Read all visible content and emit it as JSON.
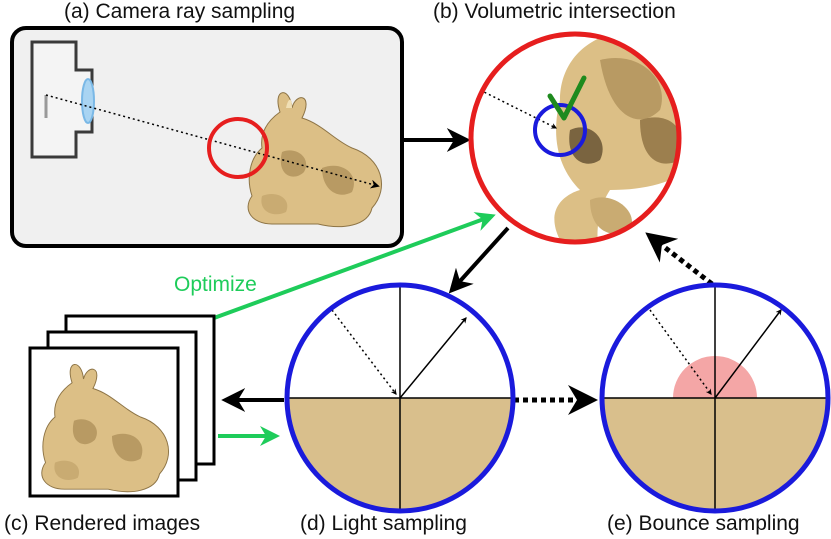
{
  "panels": {
    "a_label": "(a) Camera ray sampling",
    "b_label": "(b) Volumetric intersection",
    "c_label": "(c) Rendered images",
    "d_label": "(d) Light sampling",
    "e_label": "(e) Bounce sampling"
  },
  "annotations": {
    "optimize_label": "Optimize"
  },
  "colors": {
    "panel_circle_b": "#e61e1e",
    "panel_circle_de": "#1a1adc",
    "optimize_arrow": "#1ecc5a",
    "checkmark": "#1e8a1e",
    "surface": "#d9bf8c",
    "lobe": "#f4a6a6",
    "bunny": "#dcbf86",
    "bunny_shadow": "#b89a63",
    "lens": "#a9d4f2"
  },
  "icons": {
    "camera": "camera-icon",
    "bunny": "bunny-icon",
    "checkmark": "checkmark-icon"
  }
}
